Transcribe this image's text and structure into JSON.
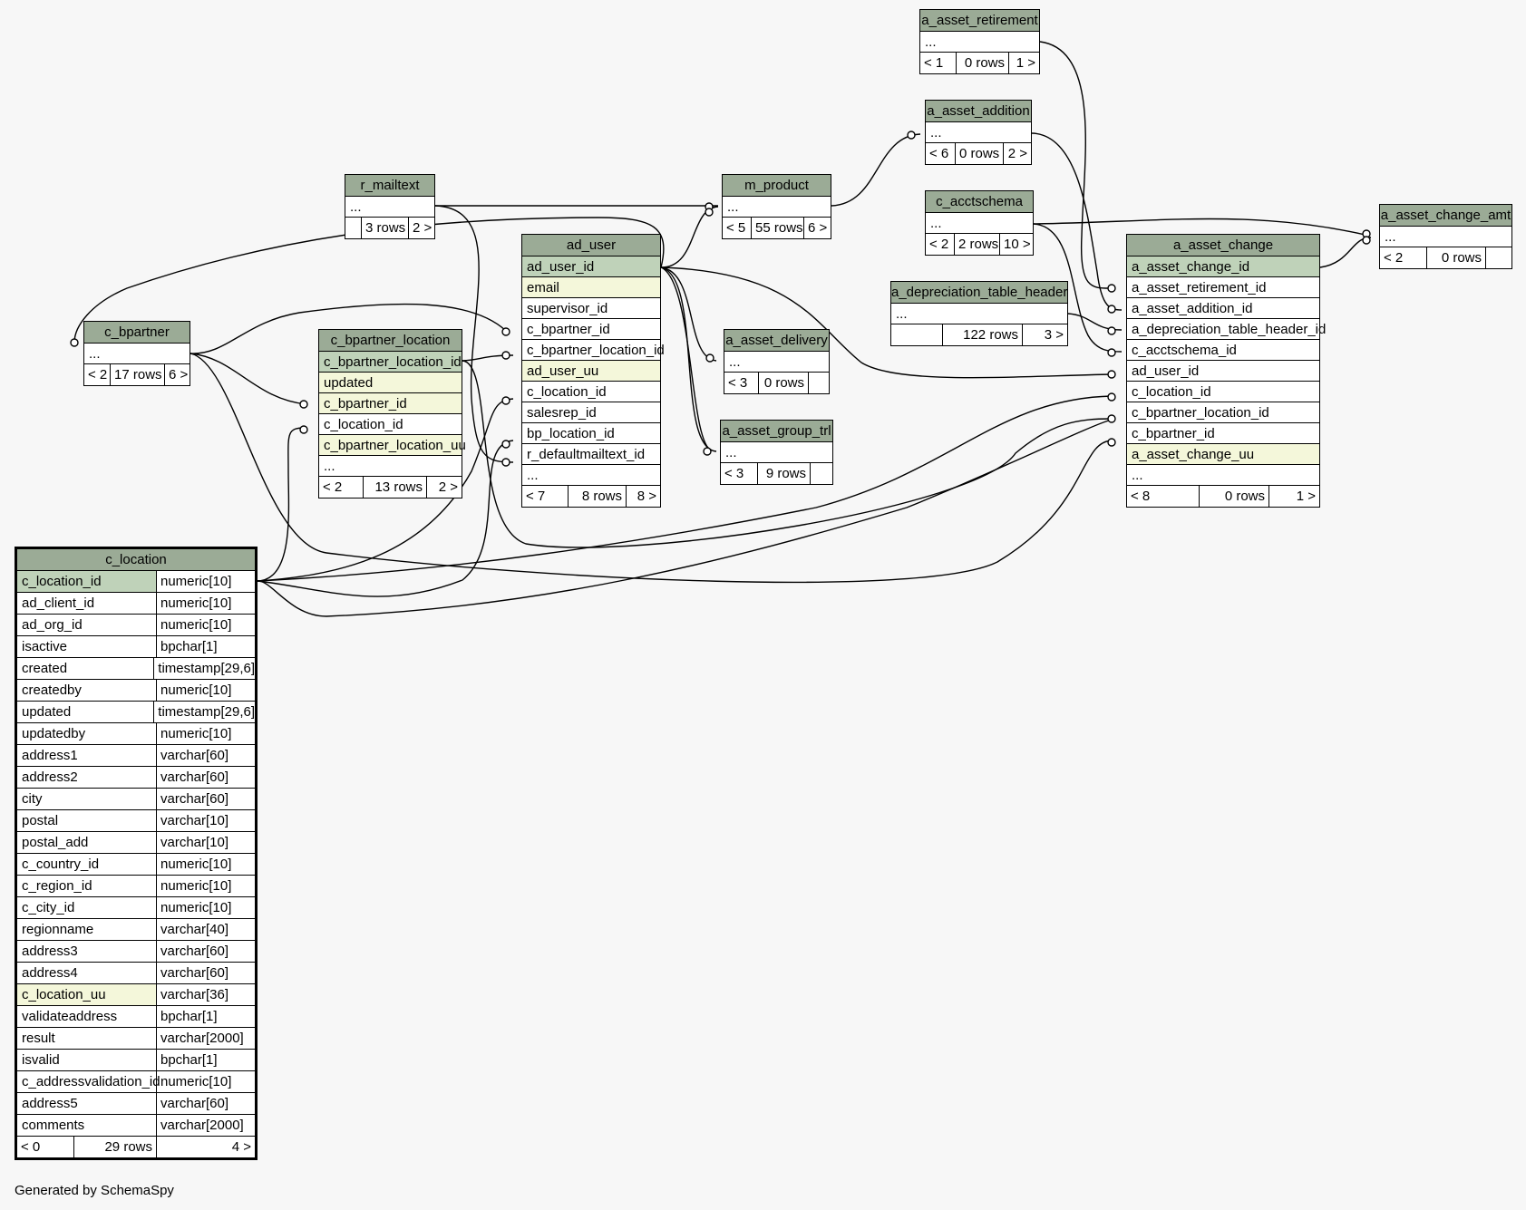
{
  "tables": {
    "a_asset_retirement": {
      "name": "a_asset_retirement",
      "rows": [
        "..."
      ],
      "footer": [
        "< 1",
        "0 rows",
        "1 >"
      ]
    },
    "a_asset_addition": {
      "name": "a_asset_addition",
      "rows": [
        "..."
      ],
      "footer": [
        "< 6",
        "0 rows",
        "2 >"
      ]
    },
    "r_mailtext": {
      "name": "r_mailtext",
      "rows": [
        "..."
      ],
      "footer": [
        "",
        "3 rows",
        "2 >"
      ]
    },
    "m_product": {
      "name": "m_product",
      "rows": [
        "..."
      ],
      "footer": [
        "< 5",
        "55 rows",
        "6 >"
      ]
    },
    "c_acctschema": {
      "name": "c_acctschema",
      "rows": [
        "..."
      ],
      "footer": [
        "< 2",
        "2 rows",
        "10 >"
      ]
    },
    "a_asset_change_amt": {
      "name": "a_asset_change_amt",
      "rows": [
        "..."
      ],
      "footer": [
        "< 2",
        "0 rows",
        ""
      ]
    },
    "ad_user": {
      "name": "ad_user",
      "rows": [
        "ad_user_id",
        "email",
        "supervisor_id",
        "c_bpartner_id",
        "c_bpartner_location_id",
        "ad_user_uu",
        "c_location_id",
        "salesrep_id",
        "bp_location_id",
        "r_defaultmailtext_id",
        "..."
      ],
      "footer": [
        "< 7",
        "8 rows",
        "8 >"
      ]
    },
    "a_asset_change": {
      "name": "a_asset_change",
      "rows": [
        "a_asset_change_id",
        "a_asset_retirement_id",
        "a_asset_addition_id",
        "a_depreciation_table_header_id",
        "c_acctschema_id",
        "ad_user_id",
        "c_location_id",
        "c_bpartner_location_id",
        "c_bpartner_id",
        "a_asset_change_uu",
        "..."
      ],
      "footer": [
        "< 8",
        "0 rows",
        "1 >"
      ]
    },
    "a_depreciation_table_header": {
      "name": "a_depreciation_table_header",
      "rows": [
        "..."
      ],
      "footer": [
        "",
        "122 rows",
        "3 >"
      ]
    },
    "c_bpartner": {
      "name": "c_bpartner",
      "rows": [
        "..."
      ],
      "footer": [
        "< 2",
        "17 rows",
        "6 >"
      ]
    },
    "c_bpartner_location": {
      "name": "c_bpartner_location",
      "rows": [
        "c_bpartner_location_id",
        "updated",
        "c_bpartner_id",
        "c_location_id",
        "c_bpartner_location_uu",
        "..."
      ],
      "footer": [
        "< 2",
        "13 rows",
        "2 >"
      ]
    },
    "a_asset_delivery": {
      "name": "a_asset_delivery",
      "rows": [
        "..."
      ],
      "footer": [
        "< 3",
        "0 rows",
        ""
      ]
    },
    "a_asset_group_trl": {
      "name": "a_asset_group_trl",
      "rows": [
        "..."
      ],
      "footer": [
        "< 3",
        "9 rows",
        ""
      ]
    },
    "c_location": {
      "name": "c_location",
      "columns": [
        {
          "name": "c_location_id",
          "type": "numeric[10]"
        },
        {
          "name": "ad_client_id",
          "type": "numeric[10]"
        },
        {
          "name": "ad_org_id",
          "type": "numeric[10]"
        },
        {
          "name": "isactive",
          "type": "bpchar[1]"
        },
        {
          "name": "created",
          "type": "timestamp[29,6]"
        },
        {
          "name": "createdby",
          "type": "numeric[10]"
        },
        {
          "name": "updated",
          "type": "timestamp[29,6]"
        },
        {
          "name": "updatedby",
          "type": "numeric[10]"
        },
        {
          "name": "address1",
          "type": "varchar[60]"
        },
        {
          "name": "address2",
          "type": "varchar[60]"
        },
        {
          "name": "city",
          "type": "varchar[60]"
        },
        {
          "name": "postal",
          "type": "varchar[10]"
        },
        {
          "name": "postal_add",
          "type": "varchar[10]"
        },
        {
          "name": "c_country_id",
          "type": "numeric[10]"
        },
        {
          "name": "c_region_id",
          "type": "numeric[10]"
        },
        {
          "name": "c_city_id",
          "type": "numeric[10]"
        },
        {
          "name": "regionname",
          "type": "varchar[40]"
        },
        {
          "name": "address3",
          "type": "varchar[60]"
        },
        {
          "name": "address4",
          "type": "varchar[60]"
        },
        {
          "name": "c_location_uu",
          "type": "varchar[36]"
        },
        {
          "name": "validateaddress",
          "type": "bpchar[1]"
        },
        {
          "name": "result",
          "type": "varchar[2000]"
        },
        {
          "name": "isvalid",
          "type": "bpchar[1]"
        },
        {
          "name": "c_addressvalidation_id",
          "type": "numeric[10]"
        },
        {
          "name": "address5",
          "type": "varchar[60]"
        },
        {
          "name": "comments",
          "type": "varchar[2000]"
        }
      ],
      "footer": [
        "< 0",
        "29 rows",
        "4 >"
      ]
    }
  },
  "credit": "Generated by SchemaSpy",
  "colors": {
    "background": "#f7f7f7",
    "header": "#9bab96",
    "primary_key": "#bfd2b9",
    "unique": "#f4f7da",
    "row": "#ffffff"
  }
}
